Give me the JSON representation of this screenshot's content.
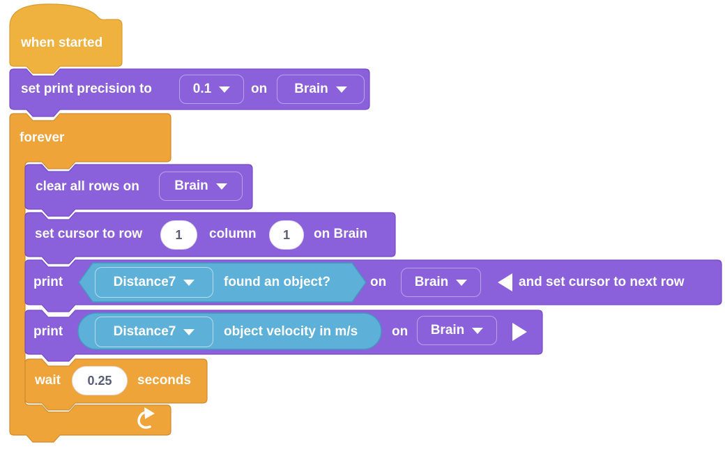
{
  "colors": {
    "workspace_bg": "#FFFFFF",
    "hat_fill": "#F0B23F",
    "hat_stroke": "#D89B2E",
    "control_fill": "#EFA439",
    "control_stroke": "#CE8B2D",
    "command_fill": "#8A61DA",
    "command_stroke": "#7849C6",
    "sensing_fill": "#5DB1D8",
    "sensing_stroke": "#4596BE",
    "input_text": "#575E75",
    "icon_white": "#FFFFFF"
  },
  "blocks": {
    "when_started": {
      "label": "when started"
    },
    "set_print_precision": {
      "label_prefix": "set print precision to",
      "precision_value": "0.1",
      "label_on": "on",
      "device_value": "Brain"
    },
    "forever": {
      "label": "forever"
    },
    "clear_rows": {
      "label_prefix": "clear all rows on",
      "device_value": "Brain"
    },
    "set_cursor": {
      "label_prefix": "set cursor to row",
      "row_value": "1",
      "label_column": "column",
      "column_value": "1",
      "label_suffix": "on Brain"
    },
    "print_found": {
      "label_print": "print",
      "sensor_value": "Distance7",
      "sensor_label": "found an object?",
      "label_on": "on",
      "device_value": "Brain",
      "collapse_label": "and set cursor to next row"
    },
    "print_velocity": {
      "label_print": "print",
      "sensor_value": "Distance7",
      "sensor_label": "object velocity in m/s",
      "label_on": "on",
      "device_value": "Brain"
    },
    "wait": {
      "label_prefix": "wait",
      "duration_value": "0.25",
      "label_suffix": "seconds"
    }
  }
}
